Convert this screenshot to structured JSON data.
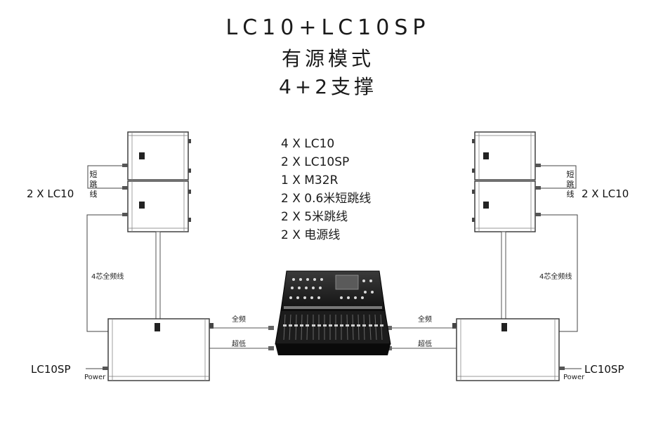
{
  "title": {
    "line1": "LC10+LC10SP",
    "line2": "有源模式",
    "line3": "4+2支撑"
  },
  "equipment_list": [
    "4 X LC10",
    "2 X LC10SP",
    "1 X M32R",
    "2 X 0.6米短跳线",
    "2 X 5米跳线",
    "2 X 电源线"
  ],
  "left": {
    "top_label": "2 X LC10",
    "short_jumper": "短跳线",
    "cable_4core": "4芯全频线",
    "sub_label": "LC10SP",
    "power": "Power",
    "full_range": "全频",
    "sub_bass": "超低"
  },
  "right": {
    "top_label": "2 X LC10",
    "short_jumper": "短跳线",
    "cable_4core": "4芯全频线",
    "sub_label": "LC10SP",
    "power": "Power",
    "full_range": "全频",
    "sub_bass": "超低"
  }
}
